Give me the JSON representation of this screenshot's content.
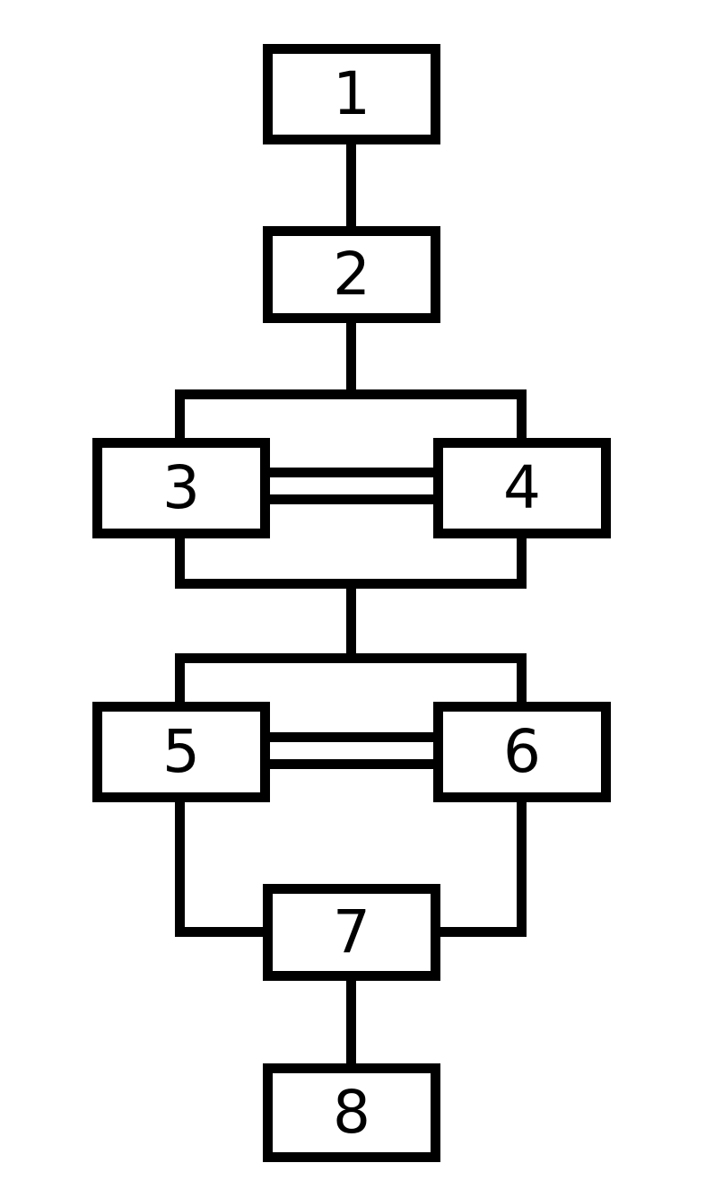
{
  "diagram": {
    "type": "flowchart",
    "background_color": "#ffffff",
    "stroke_color": "#000000",
    "node_fill_color": "#ffffff",
    "nodes": [
      {
        "id": "1",
        "label": "1"
      },
      {
        "id": "2",
        "label": "2"
      },
      {
        "id": "3",
        "label": "3"
      },
      {
        "id": "4",
        "label": "4"
      },
      {
        "id": "5",
        "label": "5"
      },
      {
        "id": "6",
        "label": "6"
      },
      {
        "id": "7",
        "label": "7"
      },
      {
        "id": "8",
        "label": "8"
      }
    ],
    "edges": [
      {
        "from": "1",
        "to": "2",
        "style": "single"
      },
      {
        "from": "2",
        "to": "3",
        "style": "branch"
      },
      {
        "from": "2",
        "to": "4",
        "style": "branch"
      },
      {
        "from": "3",
        "to": "4",
        "style": "double"
      },
      {
        "from": "3",
        "to": "5",
        "style": "branch"
      },
      {
        "from": "3",
        "to": "6",
        "style": "branch"
      },
      {
        "from": "4",
        "to": "5",
        "style": "branch"
      },
      {
        "from": "4",
        "to": "6",
        "style": "branch"
      },
      {
        "from": "5",
        "to": "6",
        "style": "double"
      },
      {
        "from": "5",
        "to": "7",
        "style": "single"
      },
      {
        "from": "6",
        "to": "7",
        "style": "single"
      },
      {
        "from": "7",
        "to": "8",
        "style": "single"
      }
    ]
  }
}
